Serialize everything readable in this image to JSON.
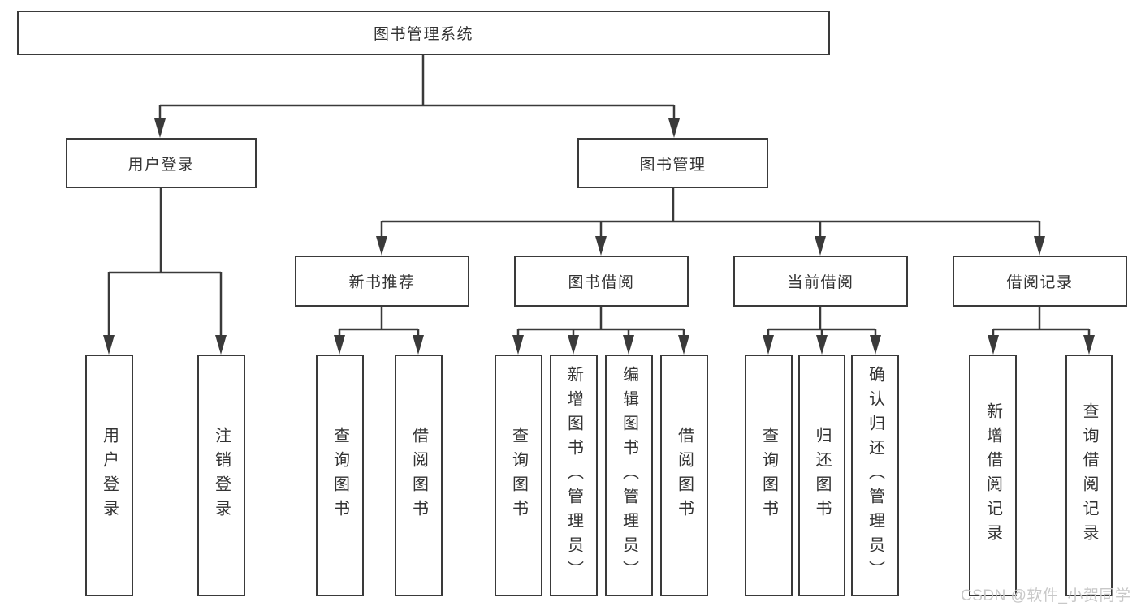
{
  "diagram": {
    "title": "图书管理系统",
    "type": "functional-structure-tree"
  },
  "tree": {
    "label": "图书管理系统",
    "children": [
      {
        "label": "用户登录",
        "children": [
          {
            "label": "用户登录"
          },
          {
            "label": "注销登录"
          }
        ]
      },
      {
        "label": "图书管理",
        "children": [
          {
            "label": "新书推荐",
            "children": [
              {
                "label": "查询图书"
              },
              {
                "label": "借阅图书"
              }
            ]
          },
          {
            "label": "图书借阅",
            "children": [
              {
                "label": "查询图书"
              },
              {
                "label": "新增图书（管理员）"
              },
              {
                "label": "编辑图书（管理员）"
              },
              {
                "label": "借阅图书"
              }
            ]
          },
          {
            "label": "当前借阅",
            "children": [
              {
                "label": "查询图书"
              },
              {
                "label": "归还图书"
              },
              {
                "label": "确认归还（管理员）"
              }
            ]
          },
          {
            "label": "借阅记录",
            "children": [
              {
                "label": "新增借阅记录"
              },
              {
                "label": "查询借阅记录"
              }
            ]
          }
        ]
      }
    ]
  },
  "watermark": "CSDN @软件_小贺同学",
  "colors": {
    "line": "#3a3a3a",
    "text": "#333333",
    "watermark": "#c8c8c8",
    "background": "#ffffff"
  }
}
